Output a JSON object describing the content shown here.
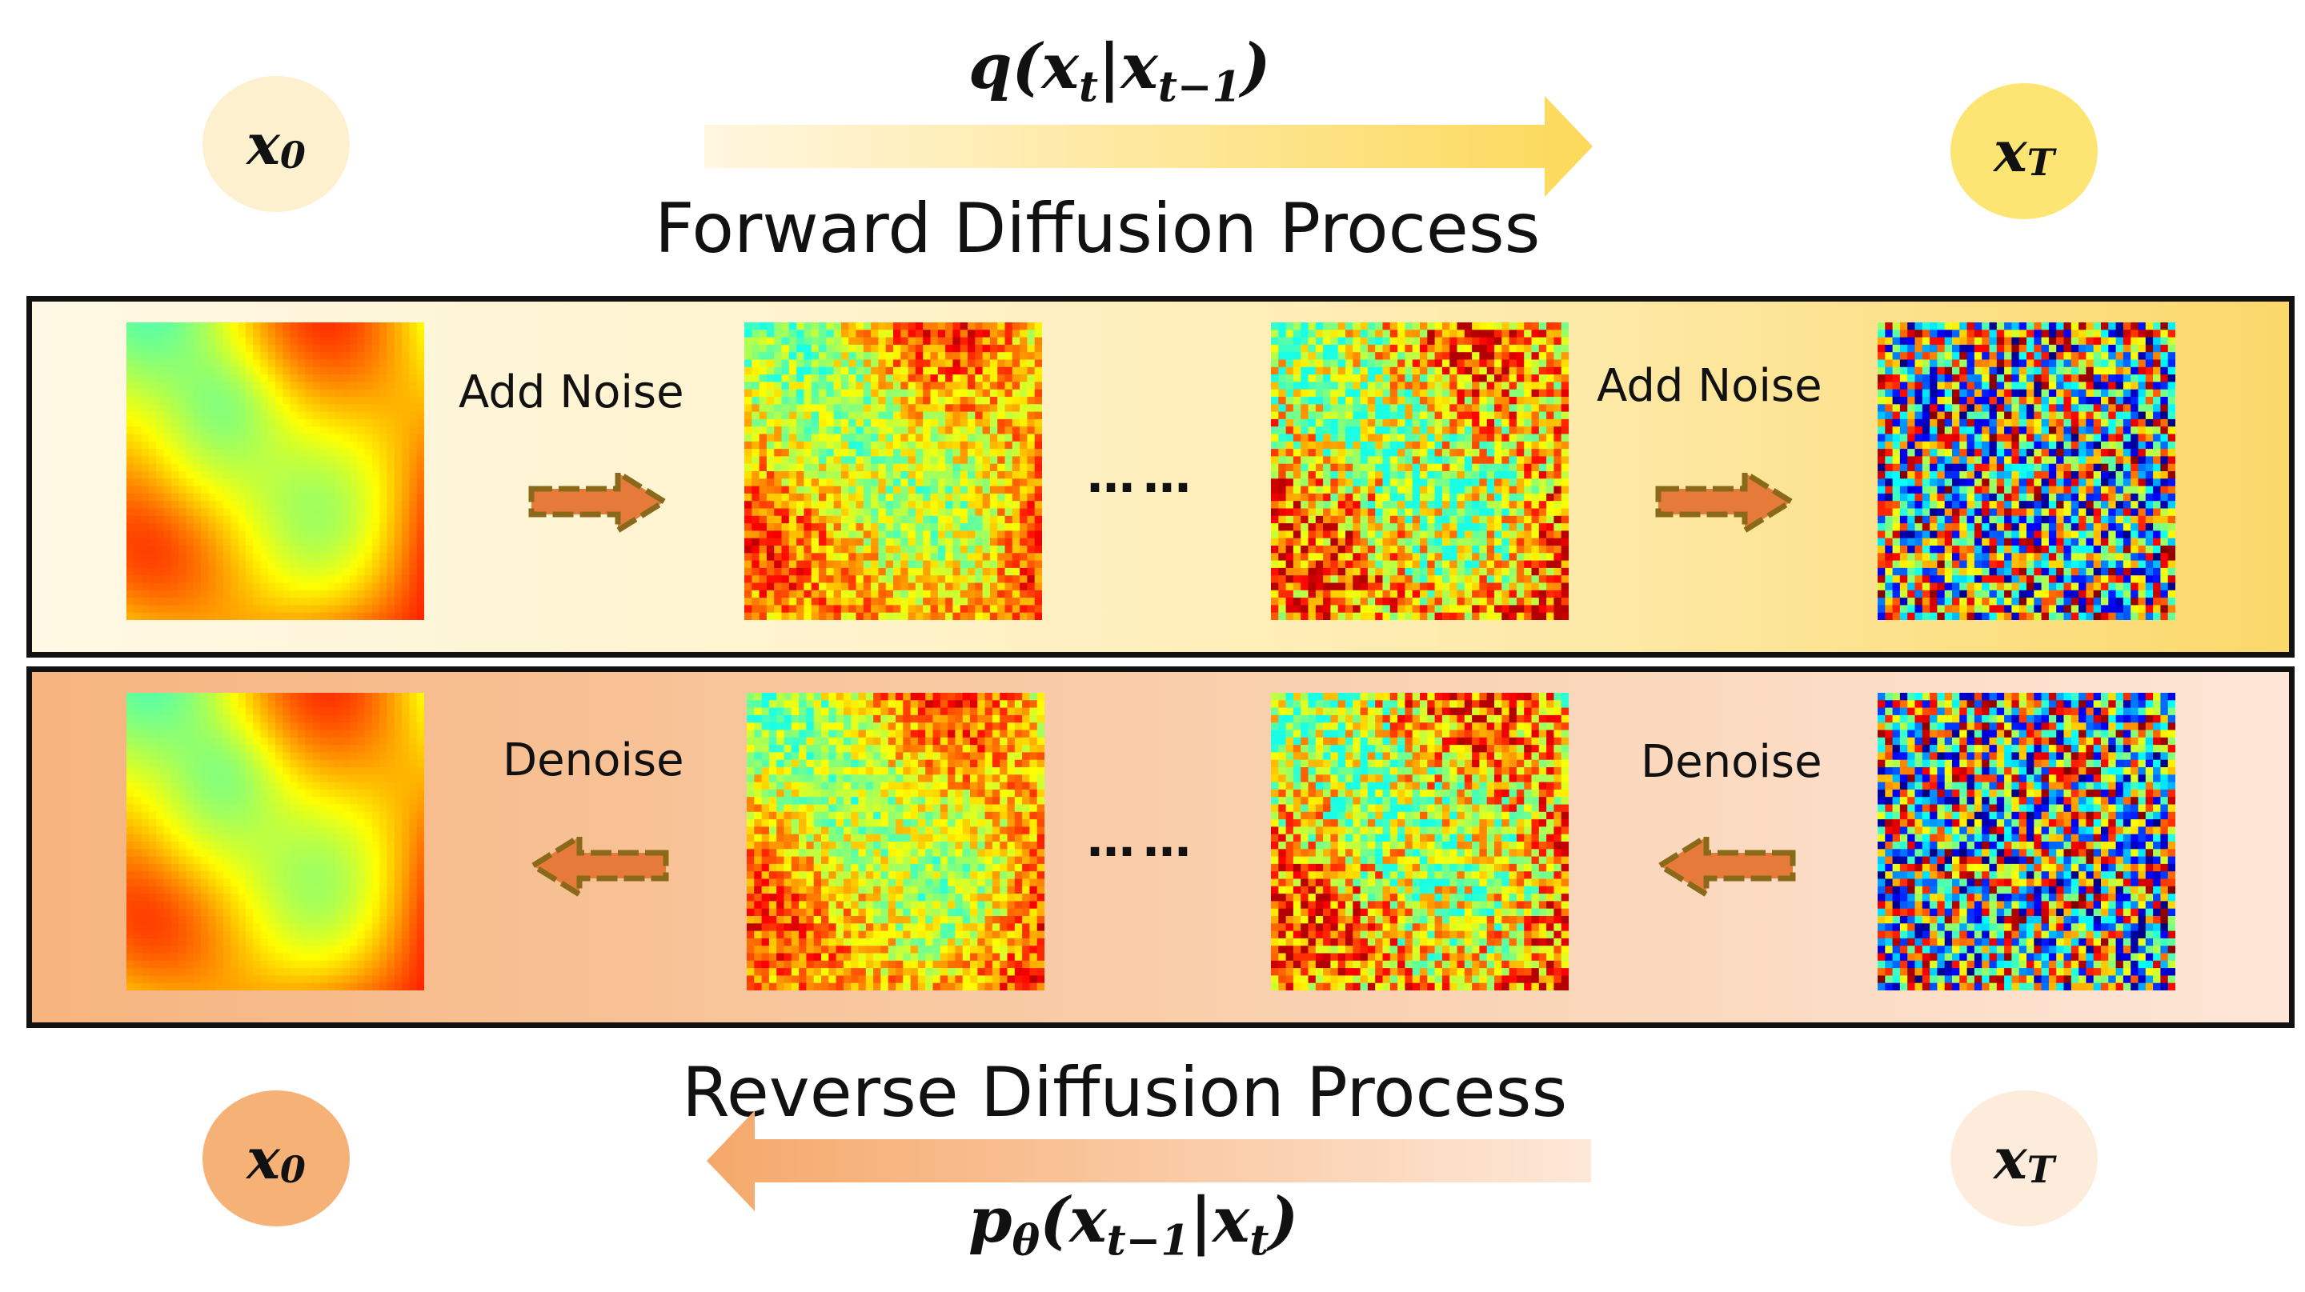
{
  "top": {
    "start_node": {
      "var": "x",
      "sub": "0"
    },
    "end_node": {
      "var": "x",
      "sub": "T"
    },
    "formula": {
      "fn": "q",
      "open": "(",
      "a": "x",
      "a_sub": "t",
      "bar": "|",
      "b": "x",
      "b_sub": "t−1",
      "close": ")"
    },
    "title": "Forward Diffusion Process"
  },
  "forward_panel": {
    "step_label_1": "Add Noise",
    "step_label_2": "Add Noise",
    "ellipsis": "……",
    "noise_levels": [
      0,
      0.35,
      0.6,
      1.0
    ]
  },
  "reverse_panel": {
    "step_label_1": "Denoise",
    "step_label_2": "Denoise",
    "ellipsis": "……",
    "noise_levels": [
      0,
      0.35,
      0.6,
      1.0
    ]
  },
  "bottom": {
    "start_node": {
      "var": "x",
      "sub": "0"
    },
    "end_node": {
      "var": "x",
      "sub": "T"
    },
    "formula": {
      "fn": "p",
      "fn_sub": "θ",
      "open": "(",
      "a": "x",
      "a_sub": "t−1",
      "bar": "|",
      "b": "x",
      "b_sub": "t",
      "close": ")"
    },
    "title": "Reverse Diffusion Process"
  },
  "colors": {
    "forward_arrow": "#fcd95a",
    "reverse_arrow": "#f5a86a",
    "step_arrow_fill": "#e67a3a",
    "step_arrow_stroke": "#8a6a1a"
  }
}
